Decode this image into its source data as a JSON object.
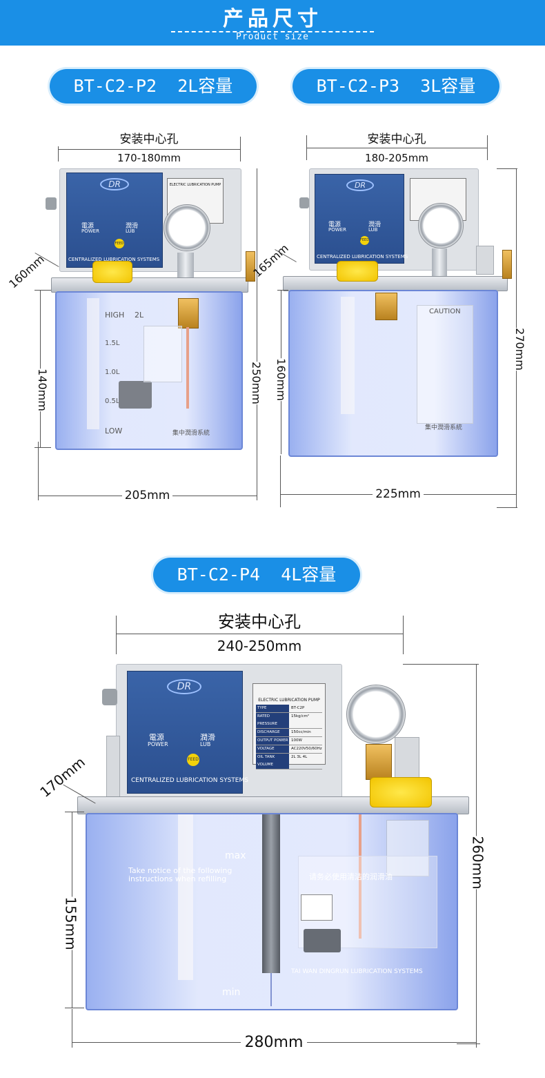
{
  "header": {
    "title": "产品尺寸",
    "subtitle": "Product size"
  },
  "products": [
    {
      "model": "BT-C2-P2",
      "capacity": "2L容量",
      "center_hole_title": "安装中心孔",
      "center_hole_range": "170-180mm",
      "depth": "160mm",
      "tank_height": "140mm",
      "total_height": "250mm",
      "width": "205mm",
      "levels": [
        "HIGH",
        "2L",
        "1.5L",
        "1.0L",
        "0.5L",
        "LOW"
      ]
    },
    {
      "model": "BT-C2-P3",
      "capacity": "3L容量",
      "center_hole_title": "安装中心孔",
      "center_hole_range": "180-205mm",
      "depth": "165mm",
      "tank_height": "160mm",
      "total_height": "270mm",
      "width": "225mm",
      "caution": "CAUTION"
    },
    {
      "model": "BT-C2-P4",
      "capacity": "4L容量",
      "center_hole_title": "安装中心孔",
      "center_hole_range": "240-250mm",
      "depth": "170mm",
      "tank_height": "155mm",
      "total_height": "260mm",
      "width": "280mm",
      "level_max": "max",
      "level_min": "min",
      "notice_title": "Take notice of the following instructions when refilling",
      "notice_cn": "请务必使用清洁的润滑油",
      "brand_footer": "TAI WAN DINGRUN LUBRICATION SYSTEMS"
    }
  ],
  "device": {
    "logo": "DR",
    "power_label": "電源",
    "power_sub": "POWER",
    "lub_label": "潤滑",
    "lub_sub": "LUB",
    "feed": "FEED",
    "panel_footer": "CENTRALIZED LUBRICATION SYSTEMS",
    "plate_title": "ELECTRIC LUBRICATION PUMP",
    "plate_rows": [
      {
        "k": "TYPE",
        "v": "BT-C2P"
      },
      {
        "k": "RATED PRESSURE",
        "v": "15kg/cm²"
      },
      {
        "k": "DISCHARGE",
        "v": "150cc/min"
      },
      {
        "k": "OUTPUT POWER",
        "v": "100W"
      },
      {
        "k": "VOLTAGE",
        "v": "AC220V50/60Hz"
      },
      {
        "k": "OIL TANK VOLUME",
        "v": "2L 3L 4L"
      }
    ],
    "tank_brand": "集中潤滑系統"
  },
  "colors": {
    "accent": "#1a8fe6",
    "tank": "#7f9be8",
    "cap": "#f2c400"
  }
}
